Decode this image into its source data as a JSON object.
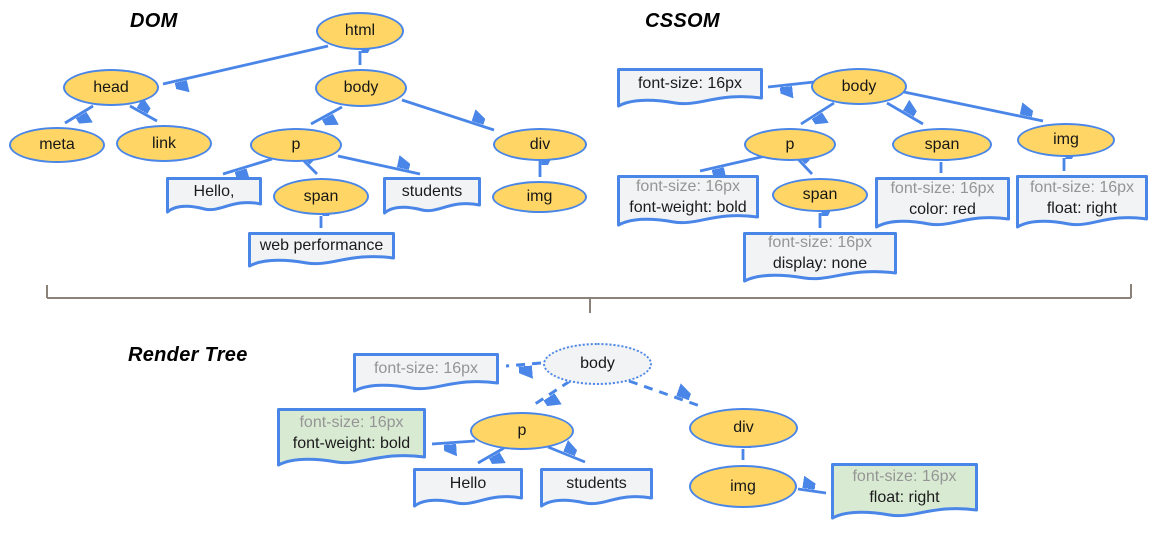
{
  "colors": {
    "yellow": "#ffd666",
    "blue": "#4a86e8",
    "box_fill": "#f1f3f4",
    "green_fill": "#d9ead3",
    "ghost_fill": "#f1f3f4",
    "gray_text": "#959595",
    "dark_text": "#1b1b1b",
    "divider": "#8a8178",
    "bg": "#ffffff"
  },
  "dom": {
    "title": "DOM",
    "nodes": {
      "html": "html",
      "head": "head",
      "body": "body",
      "meta": "meta",
      "link": "link",
      "p": "p",
      "div": "div",
      "span": "span",
      "img": "img"
    },
    "text_boxes": {
      "hello": "Hello,",
      "students": "students",
      "webperf": "web performance"
    }
  },
  "cssom": {
    "title": "CSSOM",
    "nodes": {
      "body": "body",
      "p": "p",
      "span": "span",
      "img": "img",
      "span_child": "span"
    },
    "rules": {
      "body_line1": "font-size: 16px",
      "p_line1": "font-size: 16px",
      "p_line2": "font-weight: bold",
      "span_line1": "font-size: 16px",
      "span_line2": "color: red",
      "img_line1": "font-size: 16px",
      "img_line2": "float: right",
      "span_child_line1": "font-size: 16px",
      "span_child_line2": "display: none"
    }
  },
  "render_tree": {
    "title": "Render Tree",
    "nodes": {
      "body": "body",
      "p": "p",
      "div": "div",
      "img": "img"
    },
    "text_boxes": {
      "hello": "Hello",
      "students": "students"
    },
    "rules": {
      "body_line1": "font-size: 16px",
      "p_line1": "font-size: 16px",
      "p_line2": "font-weight: bold",
      "img_line1": "font-size: 16px",
      "img_line2": "float: right"
    }
  }
}
